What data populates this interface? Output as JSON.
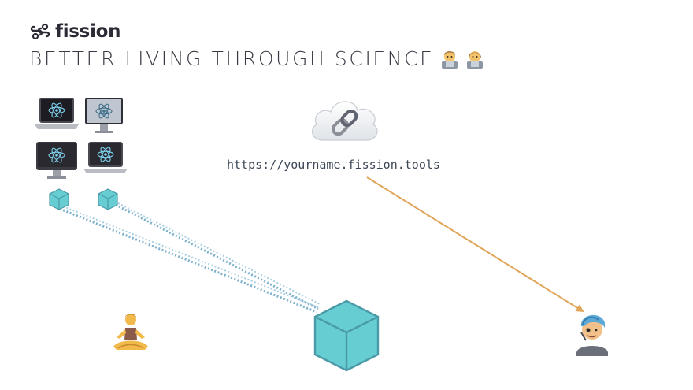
{
  "brand": {
    "name": "fission",
    "logo_icon": "fission-infinity-icon"
  },
  "tagline": {
    "text": "BETTER LIVING THROUGH SCIENCE",
    "emojis": [
      "technologist-emoji",
      "technologist-emoji"
    ]
  },
  "diagram": {
    "url": "https://yourname.fission.tools",
    "cloud_icon": "cloud-link-icon",
    "devices": [
      "react-laptop-icon",
      "react-monitor-icon",
      "react-monitor-icon",
      "react-laptop-icon"
    ],
    "small_cubes": [
      "cube-icon",
      "cube-icon"
    ],
    "large_cube": "cube-icon",
    "left_person": "person-in-lotus-position-emoji",
    "right_person": "punk-person-emoji",
    "colors": {
      "cube": "#66cdd3",
      "cube_edge": "#4a9aa8",
      "sync_lines": "#7fb2cc",
      "request_line": "#e0a559"
    }
  }
}
